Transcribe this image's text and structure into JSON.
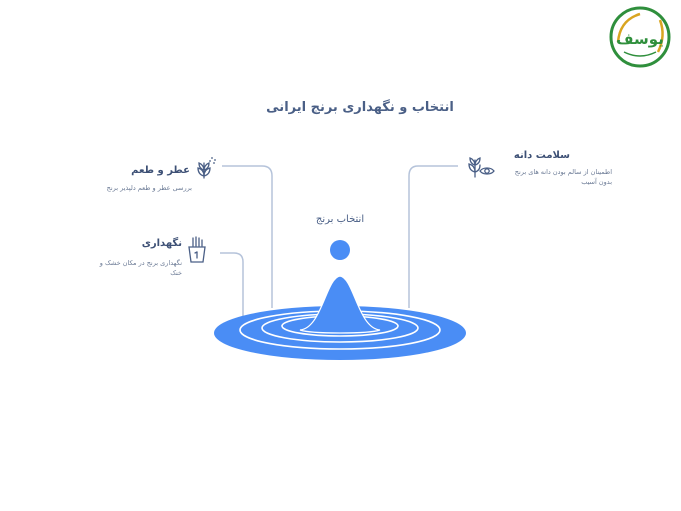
{
  "title": "انتخاب و نگهداری برنج ایرانی",
  "center_label": "انتخاب برنج",
  "nodes": {
    "aroma": {
      "heading": "عطر و طعم",
      "desc": "بررسی عطر و طعم دلپذیر برنج",
      "icon": "wheat-icon"
    },
    "storage": {
      "heading": "نگهداری",
      "desc": "نگهداری برنج در مکان خشک و خنک",
      "icon": "storage-jar-icon"
    },
    "health": {
      "heading": "سلامت دانه",
      "desc": "اطمینان از سالم بودن دانه های برنج بدون آسیب",
      "icon": "grain-eye-icon"
    }
  },
  "logo": {
    "text": "یوسف"
  },
  "colors": {
    "accent": "#4a8df5",
    "line": "#b5c3da",
    "title": "#4a5f86"
  }
}
